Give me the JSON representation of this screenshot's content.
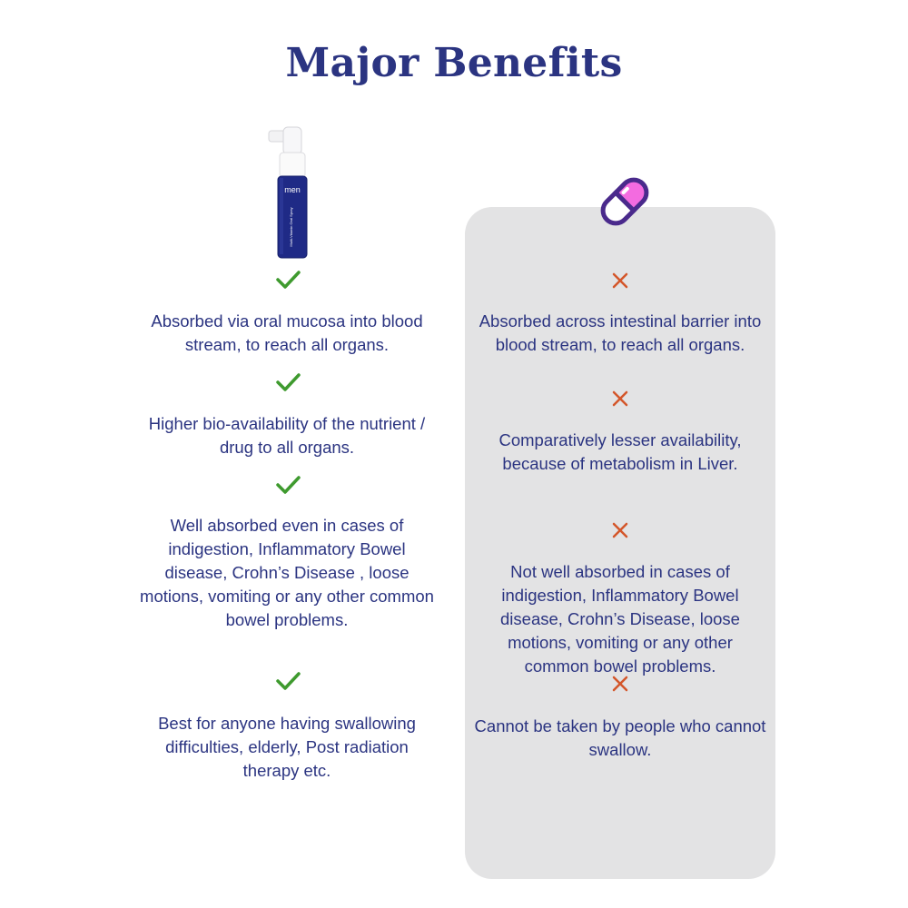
{
  "title": "Major Benefits",
  "product": {
    "brand_text": "men",
    "label_text": "Multi-Vitamin Oral Spray"
  },
  "colors": {
    "title": "#2b3481",
    "text": "#2b3481",
    "check": "#3e9a2e",
    "cross": "#d4562a",
    "panel": "#e3e3e4",
    "pill_pink": "#f36be0",
    "pill_purple": "#4a2a8c"
  },
  "left_column": {
    "icon": "check-icon",
    "items": [
      "Absorbed via oral mucosa into blood stream, to reach all organs.",
      "Higher bio-availability of the nutrient / drug to all organs.",
      "Well absorbed even in cases of indigestion, Inflammatory Bowel disease, Crohn’s Disease , loose motions, vomiting or any other common bowel problems.",
      "Best for anyone having swallowing difficulties, elderly, Post radiation therapy etc."
    ]
  },
  "right_column": {
    "icon": "cross-icon",
    "items": [
      "Absorbed across intestinal barrier into blood stream, to reach all organs.",
      "Comparatively lesser availability, because of metabolism in Liver.",
      "Not well absorbed in cases of indigestion, Inflammatory Bowel disease, Crohn’s Disease, loose motions, vomiting or any other common bowel problems.",
      "Cannot be taken by people who cannot swallow."
    ]
  }
}
